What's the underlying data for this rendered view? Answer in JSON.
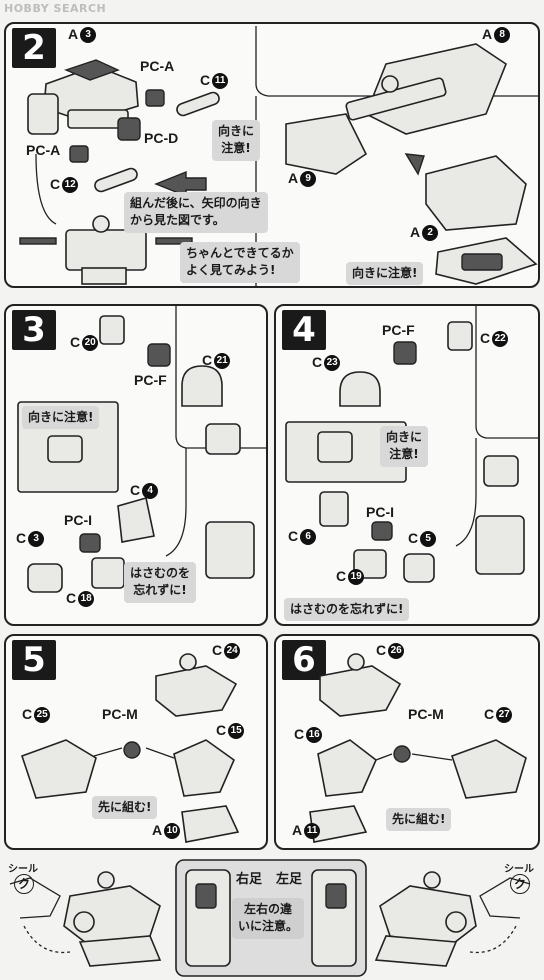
{
  "watermark": "HOBBY SEARCH",
  "steps": {
    "s2": {
      "number": "2",
      "labels": {
        "a3": "A",
        "a3n": "3",
        "pca1": "PC-A",
        "c11": "C",
        "c11n": "11",
        "pcd": "PC-D",
        "pca2": "PC-A",
        "c12": "C",
        "c12n": "12",
        "a8": "A",
        "a8n": "8",
        "a9": "A",
        "a9n": "9",
        "a2": "A",
        "a2n": "2"
      },
      "notes": {
        "orient": "向きに\n注意!",
        "view": "組んだ後に、矢印の向き\nから見た図です。",
        "check": "ちゃんとできてるか\nよく見てみよう!",
        "orient2": "向きに注意!"
      }
    },
    "s3": {
      "number": "3",
      "labels": {
        "c20": "C",
        "c20n": "20",
        "pcf": "PC-F",
        "c21": "C",
        "c21n": "21",
        "c4": "C",
        "c4n": "4",
        "pci": "PC-I",
        "c3": "C",
        "c3n": "3",
        "c18": "C",
        "c18n": "18"
      },
      "notes": {
        "orient": "向きに注意!",
        "pinch": "はさむのを\n忘れずに!"
      }
    },
    "s4": {
      "number": "4",
      "labels": {
        "pcf": "PC-F",
        "c22": "C",
        "c22n": "22",
        "c23": "C",
        "c23n": "23",
        "pci": "PC-I",
        "c5": "C",
        "c5n": "5",
        "c6": "C",
        "c6n": "6",
        "c19": "C",
        "c19n": "19"
      },
      "notes": {
        "orient": "向きに\n注意!",
        "pinch": "はさむのを忘れずに!"
      }
    },
    "s5": {
      "number": "5",
      "labels": {
        "c24": "C",
        "c24n": "24",
        "pcm": "PC-M",
        "c25": "C",
        "c25n": "25",
        "c15": "C",
        "c15n": "15",
        "a10": "A",
        "a10n": "10"
      },
      "notes": {
        "first": "先に組む!"
      }
    },
    "s6": {
      "number": "6",
      "labels": {
        "c26": "C",
        "c26n": "26",
        "pcm": "PC-M",
        "c16": "C",
        "c16n": "16",
        "c27": "C",
        "c27n": "27",
        "a11": "A",
        "a11n": "11"
      },
      "notes": {
        "first": "先に組む!"
      }
    },
    "bottom": {
      "seal_left": "シール",
      "seal_left_mark": "ク",
      "seal_right": "シール",
      "seal_right_mark": "ク",
      "right_foot": "右足",
      "left_foot": "左足",
      "diff": "左右の違\nいに注意。"
    }
  }
}
